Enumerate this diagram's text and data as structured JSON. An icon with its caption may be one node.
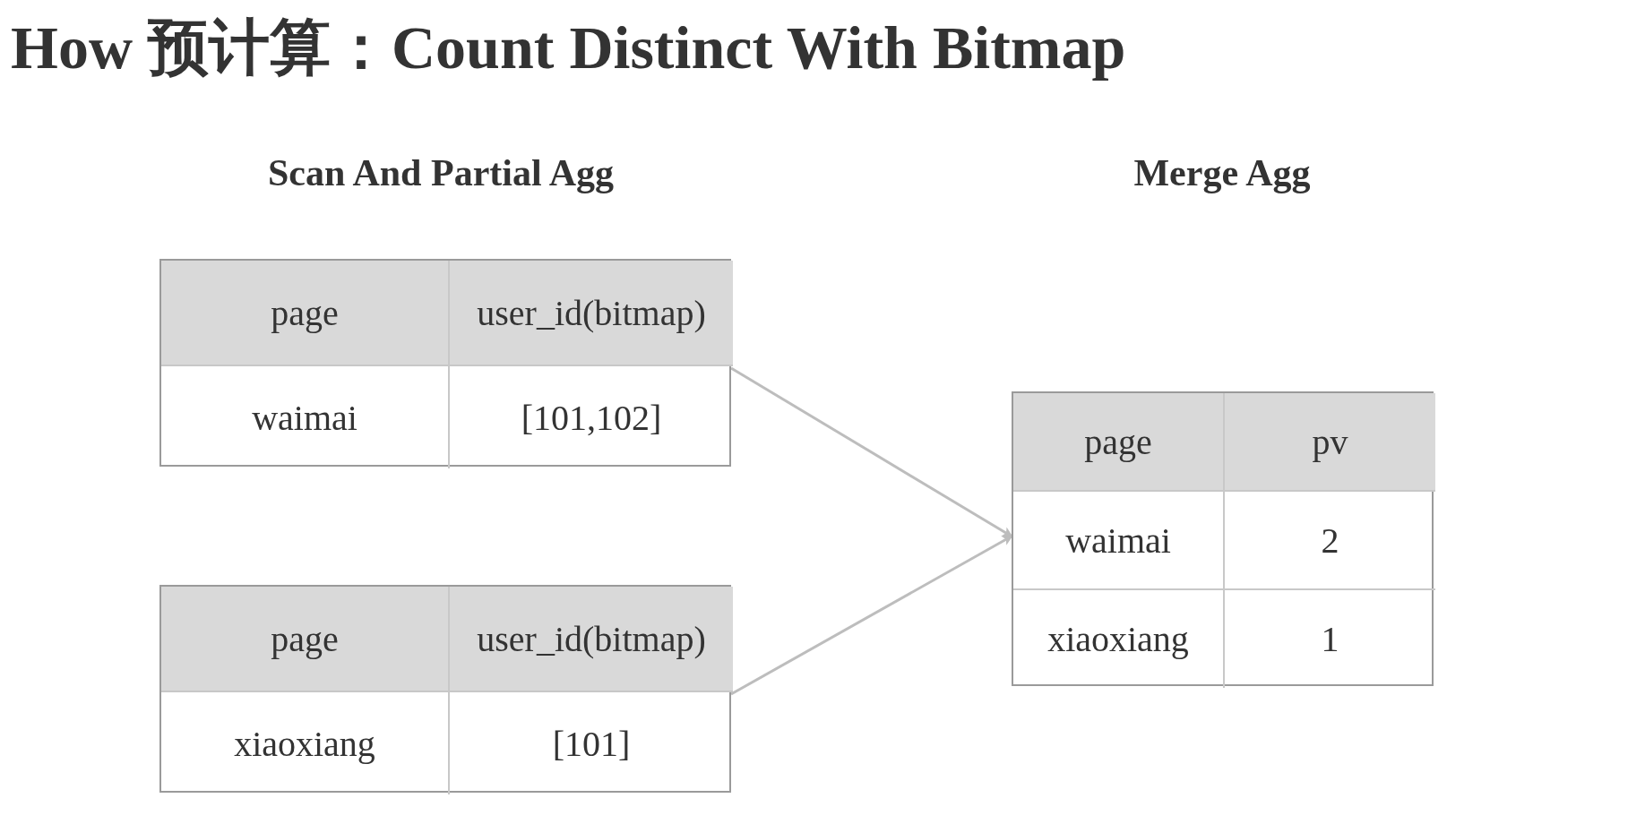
{
  "diagram": {
    "title": "How 预计算：Count Distinct With Bitmap",
    "nodes": [
      {
        "text": [
          "page",
          "user_id(bitmap)",
          "waimai",
          "[101,102]"
        ]
      },
      {
        "text": [
          "page",
          "user_id(bitmap)",
          "xiaoxiang",
          "[101]"
        ]
      },
      {
        "text": [
          "page",
          "pv",
          "waimai",
          "2",
          "xiaoxiang",
          "1"
        ]
      }
    ],
    "edges": [
      {
        "from": 0,
        "to": 2,
        "arrow": "to"
      },
      {
        "from": 1,
        "to": 2,
        "arrow": "to"
      }
    ],
    "labels": [
      "Scan And Partial Agg",
      "Merge Agg"
    ]
  }
}
